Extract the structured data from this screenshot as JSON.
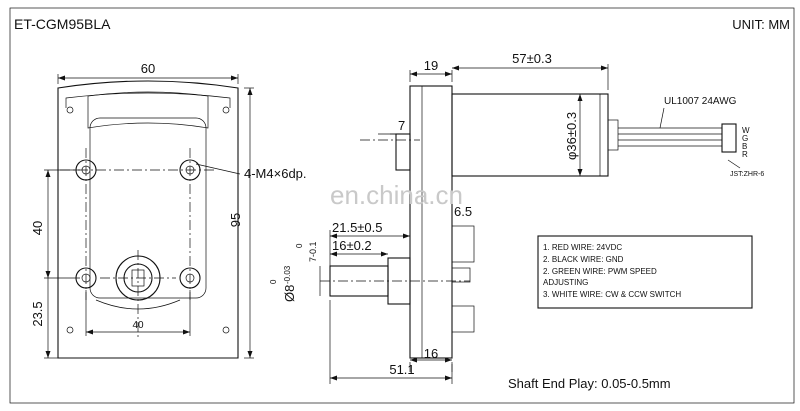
{
  "title": "ET-CGM95BLA",
  "unit": "UNIT: MM",
  "watermark": "en.china.cn",
  "footer": "Shaft End Play: 0.05-0.5mm",
  "front_view": {
    "width_dim": "60",
    "height_dim": "95",
    "hole_spec": "4-M4×6dp.",
    "left_dim": "40",
    "lower_dim": "23.5",
    "bottom_dim": "40"
  },
  "side_view": {
    "gearbox_width": "19",
    "motor_length": "57±0.3",
    "motor_dia": "φ36±0.3",
    "cable_label": "UL1007 24AWG",
    "connector": "JST:ZHR-6",
    "wire_letters": [
      "W",
      "G",
      "B",
      "R"
    ],
    "dim_7": "7",
    "dim_6_5": "6.5",
    "shaft_len_1": "21.5±0.5",
    "shaft_len_2": "16±0.2",
    "tol_upper": "0",
    "tol_lower": "7-0.1",
    "shaft_dia": "Ø8",
    "shaft_tol_upper": "0",
    "shaft_tol_lower": "-0.03",
    "dim_16": "16",
    "overall_len": "51.1"
  },
  "wires": [
    "1. RED WIRE: 24VDC",
    "2. BLACK WIRE: GND",
    "2. GREEN WIRE: PWM SPEED",
    "ADJUSTING",
    "3. WHITE WIRE: CW & CCW SWITCH"
  ]
}
